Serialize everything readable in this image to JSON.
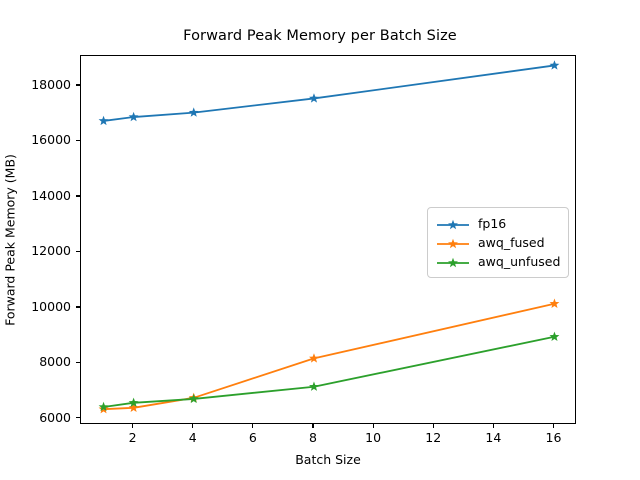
{
  "chart_data": {
    "type": "line",
    "title": "Forward Peak Memory per Batch Size",
    "xlabel": "Batch Size",
    "ylabel": "Forward Peak Memory (MB)",
    "x": [
      1,
      2,
      4,
      8,
      16
    ],
    "xlim": [
      0.25,
      16.75
    ],
    "ylim": [
      5780,
      19080
    ],
    "xticks": [
      2,
      4,
      6,
      8,
      10,
      12,
      14,
      16
    ],
    "xtick_labels": [
      "2",
      "4",
      "6",
      "8",
      "10",
      "12",
      "14",
      "16"
    ],
    "yticks": [
      6000,
      8000,
      10000,
      12000,
      14000,
      16000,
      18000
    ],
    "ytick_labels": [
      "6000",
      "8000",
      "10000",
      "12000",
      "14000",
      "16000",
      "18000"
    ],
    "grid": false,
    "legend_position": "center right",
    "marker": "star",
    "series": [
      {
        "name": "fp16",
        "color": "#1f77b4",
        "values": [
          16740,
          16880,
          17040,
          17550,
          18740
        ]
      },
      {
        "name": "awq_fused",
        "color": "#ff7f0e",
        "values": [
          6350,
          6400,
          6760,
          8180,
          10150
        ]
      },
      {
        "name": "awq_unfused",
        "color": "#2ca02c",
        "values": [
          6430,
          6580,
          6720,
          7160,
          8960
        ]
      }
    ]
  },
  "legend": {
    "entries": [
      {
        "label": "fp16"
      },
      {
        "label": "awq_fused"
      },
      {
        "label": "awq_unfused"
      }
    ]
  }
}
